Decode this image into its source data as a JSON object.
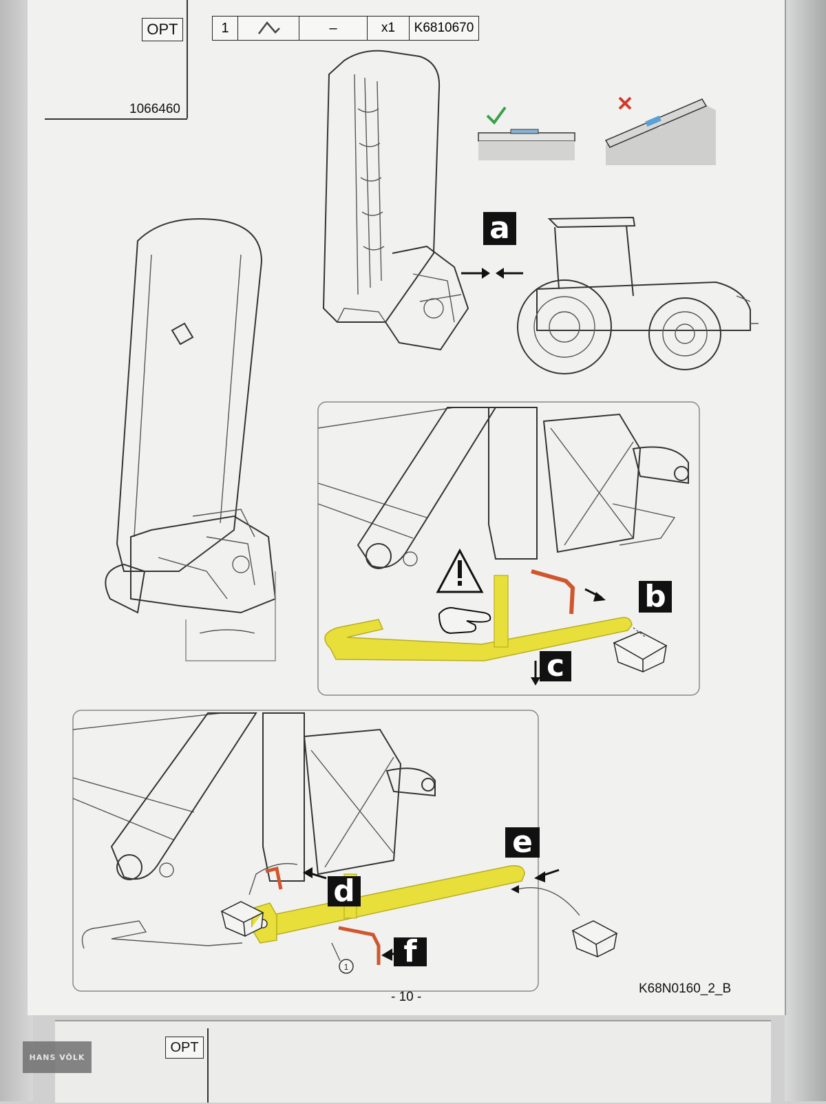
{
  "header": {
    "opt_label": "OPT",
    "part_ref": "1066460",
    "parts_row": {
      "qty_index": "1",
      "dash": "–",
      "multiplier": "x1",
      "part_number": "K6810670"
    }
  },
  "step_labels": {
    "a": "a",
    "b": "b",
    "c": "c",
    "d": "d",
    "e": "e",
    "f": "f"
  },
  "callout_number": "1",
  "page_number": "- 10 -",
  "drawing_code": "K68N0160_2_B",
  "next_page": {
    "opt_label": "OPT"
  },
  "watermark_text": "HANS VÖLK",
  "icons": [
    "check-icon",
    "cross-icon",
    "warning-icon",
    "pointing-hand-icon",
    "box-icon",
    "level-icon"
  ],
  "colors": {
    "highlight_yellow": "#e8df3a",
    "pin_orange": "#d0562e",
    "check_green": "#3aa14a",
    "cross_red": "#d23a2a",
    "label_black": "#111111"
  }
}
